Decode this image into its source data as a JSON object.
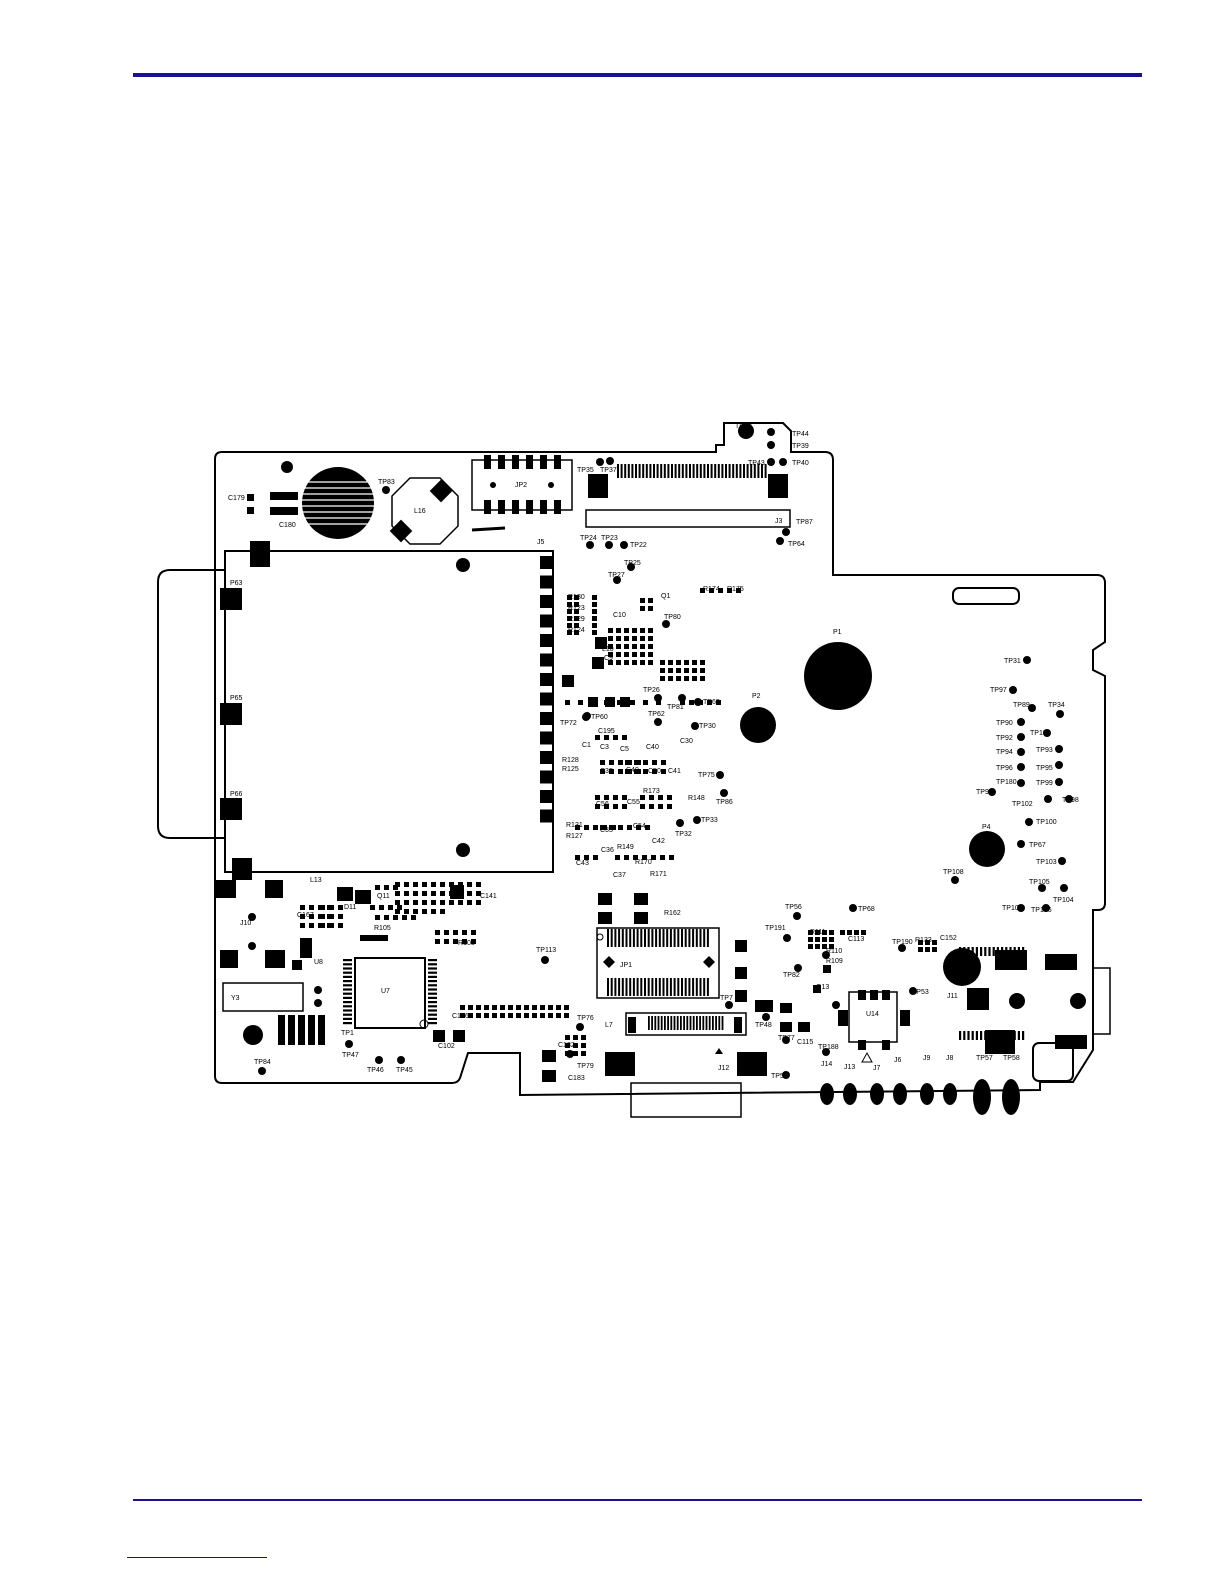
{
  "labels": {
    "tp42": "TP42",
    "tp44": "TP44",
    "tp39": "TP39",
    "tp43": "TP43",
    "tp40": "TP40",
    "tp83": "TP83",
    "tp35": "TP35",
    "tp37": "TP37",
    "tp87": "TP87",
    "tp64": "TP64",
    "tp24": "TP24",
    "tp23": "TP23",
    "tp22": "TP22",
    "tp25": "TP25",
    "tp27": "TP27",
    "c179": "C179",
    "c180": "C180",
    "l16": "L16",
    "jp2": "JP2",
    "j3": "J3",
    "j5": "J5",
    "p63": "P63",
    "p65": "P65",
    "p66": "P66",
    "r130": "R130",
    "r123": "R123",
    "r129": "R129",
    "r124": "R124",
    "l10": "L10",
    "q1": "Q1",
    "tp80": "TP80",
    "r174": "R174",
    "r175": "R175",
    "c10": "C10",
    "c9": "C9",
    "p1": "P1",
    "p2": "P2",
    "tp31": "TP31",
    "tp97": "TP97",
    "tp89": "TP89",
    "tp34": "TP34",
    "tp90": "TP90",
    "tp183": "TP183",
    "tp92": "TP92",
    "tp93": "TP93",
    "tp94": "TP94",
    "tp95": "TP95",
    "tp96": "TP96",
    "tp99": "TP99",
    "tp180": "TP180",
    "tp91": "TP91",
    "tp98": "TP98",
    "tp102": "TP102",
    "tp100": "TP100",
    "p4": "P4",
    "tp67": "TP67",
    "tp103": "TP103",
    "tp108": "TP108",
    "tp105": "TP105",
    "tp104": "TP104",
    "tp107": "TP107",
    "tp106": "TP106",
    "tp26": "TP26",
    "tp81": "TP81",
    "tp63": "TP63",
    "tp62": "TP62",
    "tp30": "TP30",
    "tp72": "TP72",
    "tp60": "TP60",
    "c195": "C195",
    "c1": "C1",
    "c3": "C3",
    "c5": "C5",
    "c40": "C40",
    "c30": "C30",
    "r128": "R128",
    "r125": "R125",
    "c32": "C32",
    "c49": "C49",
    "c50": "C50",
    "c41": "C41",
    "tp75": "TP75",
    "r148": "R148",
    "tp86": "TP86",
    "r173": "R173",
    "c56": "C56",
    "c55": "C55",
    "c54": "C54",
    "c42": "C42",
    "tp33": "TP33",
    "tp32": "TP32",
    "r131": "R131",
    "r127": "R127",
    "c35": "C35",
    "c36": "C36",
    "r149": "R149",
    "r170": "R170",
    "c43": "C43",
    "c37": "C37",
    "r171": "R171",
    "l13": "L13",
    "q11": "Q11",
    "d11": "D11",
    "d4": "D4",
    "c141": "C141",
    "c167": "C167",
    "j10": "J10",
    "u8": "U8",
    "y3": "Y3",
    "u7": "U7",
    "r105": "R105",
    "r103": "R103",
    "tp1": "TP1",
    "tp47": "TP47",
    "tp46": "TP46",
    "tp45": "TP45",
    "tp84": "TP84",
    "c102": "C102",
    "c106": "C106",
    "tp113": "TP113",
    "jp1": "JP1",
    "tp76": "TP76",
    "c182": "C182",
    "tp79": "TP79",
    "c183": "C183",
    "l7": "L7",
    "j12": "J12",
    "tp59": "TP59",
    "tp7": "TP7",
    "tp48": "TP48",
    "tp56": "TP56",
    "tp68": "TP68",
    "tp191": "TP191",
    "r111": "R111",
    "c113": "C113",
    "r110": "R110",
    "r109": "R109",
    "tp82": "TP82",
    "q13": "Q13",
    "tp77": "TP77",
    "c115": "C115",
    "tp188": "TP188",
    "j14": "J14",
    "u14": "U14",
    "tp190": "TP190",
    "r133": "R133",
    "c152": "C152",
    "tp53": "TP53",
    "j11": "J11",
    "j13": "J13",
    "j7": "J7",
    "j6": "J6",
    "j9": "J9",
    "j8": "J8",
    "tp57": "TP57",
    "tp58": "TP58",
    "r162": "R162"
  }
}
